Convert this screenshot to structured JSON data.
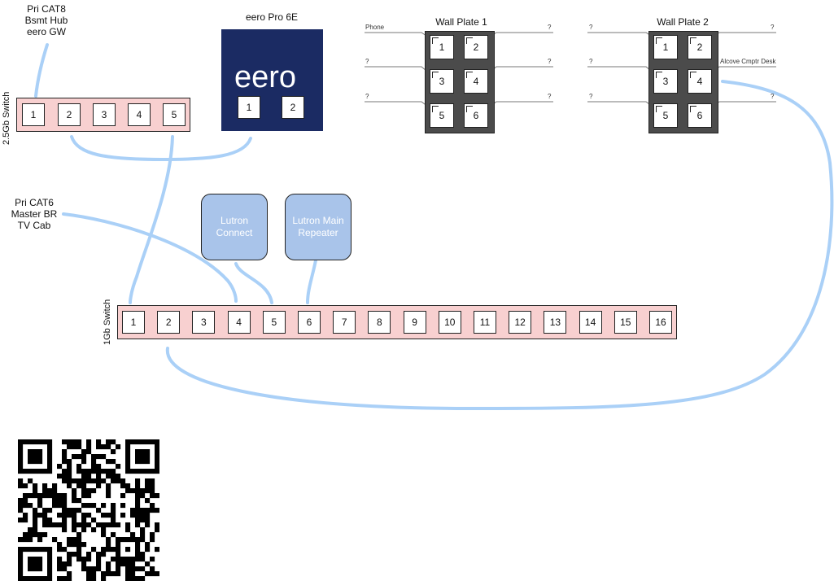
{
  "labels": {
    "cat8": [
      "Pri CAT8",
      "Bsmt Hub",
      "eero GW"
    ],
    "cat6": [
      "Pri CAT6",
      "Master BR",
      "TV Cab"
    ],
    "switch_2_5": "2.5Gb Switch",
    "switch_1": "1Gb Switch",
    "eero_title": "eero Pro 6E",
    "eero_logo": "eero",
    "wall_plate_1": "Wall Plate 1",
    "wall_plate_2": "Wall Plate 2",
    "lutron_connect": [
      "Lutron",
      "Connect"
    ],
    "lutron_repeater": [
      "Lutron Main",
      "Repeater"
    ]
  },
  "switch_2_5_ports": [
    "1",
    "2",
    "3",
    "4",
    "5"
  ],
  "switch_1_ports": [
    "1",
    "2",
    "3",
    "4",
    "5",
    "6",
    "7",
    "8",
    "9",
    "10",
    "11",
    "12",
    "13",
    "14",
    "15",
    "16"
  ],
  "eero_ports": [
    "1",
    "2"
  ],
  "plate_jacks": [
    "1",
    "2",
    "3",
    "4",
    "5",
    "6"
  ],
  "plate1_annotations": {
    "left": [
      "Phone",
      "?",
      "?"
    ],
    "right": [
      "?",
      "?",
      "?"
    ]
  },
  "plate2_annotations": {
    "left": [
      "?",
      "?",
      "?"
    ],
    "right": [
      "?",
      "Alcove Cmptr Desk",
      "?"
    ]
  },
  "colors": {
    "cable": "#aad0f7",
    "switch_fill": "#f8d0d0",
    "eero_fill": "#1b2b63",
    "plate_fill": "#4b4b4b",
    "lutron_fill": "#a9c4ea"
  }
}
